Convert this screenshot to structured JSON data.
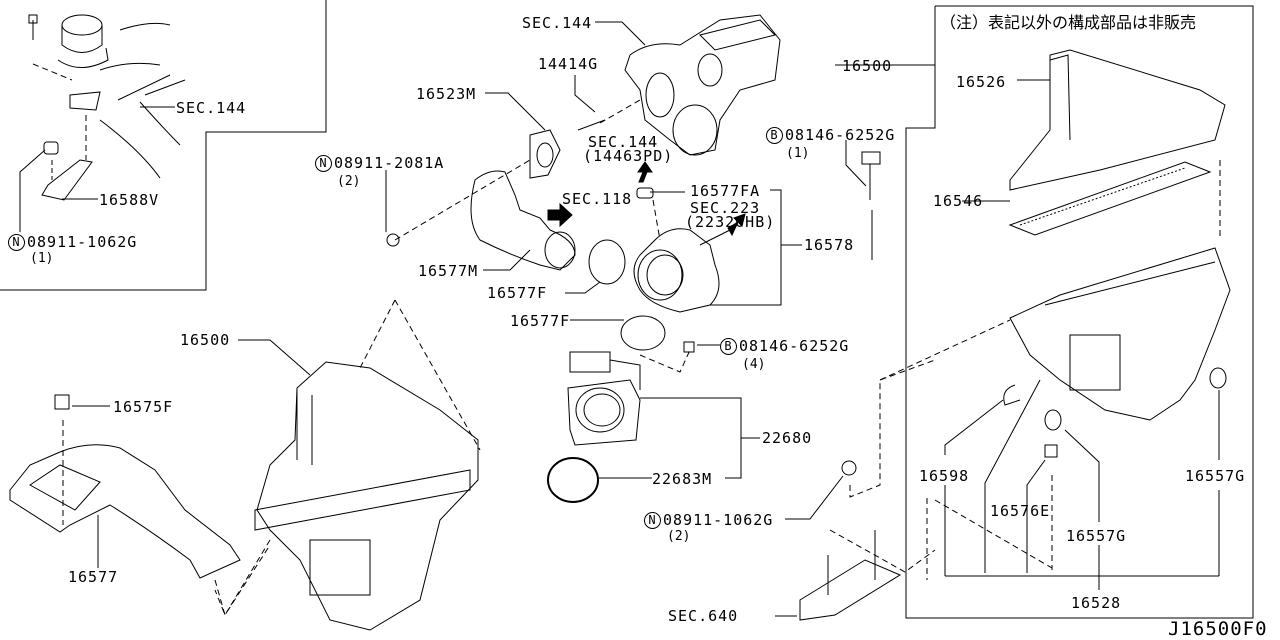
{
  "diagram": {
    "code": "J16500F0",
    "note": "（注）表記以外の構成部品は非販売",
    "labels": {
      "sec144_top": "SEC.144",
      "sec144_inset": "SEC.144",
      "p16588v": "16588V",
      "p08911_1062g_inset": "08911-1062G",
      "q_inset": "(1)",
      "p14414g": "14414G",
      "p16523m": "16523M",
      "p08911_2081a": "08911-2081A",
      "q_2081a": "(2)",
      "sec144_mid": "SEC.144",
      "sec144_mid_sub": "(14463PD)",
      "sec118": "SEC.118",
      "p16577fa": "16577FA",
      "sec223": "SEC.223",
      "sec223_sub": "(22320HB)",
      "p16577m": "16577M",
      "p16577f_1": "16577F",
      "p16578": "16578",
      "p16577f_2": "16577F",
      "p08146_6252g_4": "08146-6252G",
      "q_4": "(4)",
      "p22680": "22680",
      "p22683m": "22683M",
      "p08911_1062g_2": "08911-1062G",
      "q_2": "(2)",
      "sec640": "SEC.640",
      "p16500_left": "16500",
      "p16575f": "16575F",
      "p16577": "16577",
      "p16500_right": "16500",
      "p08146_6252g_1": "08146-6252G",
      "q_1": "(1)",
      "p16526": "16526",
      "p16546": "16546",
      "p16598": "16598",
      "p16576e": "16576E",
      "p16557g_1": "16557G",
      "p16557g_2": "16557G",
      "p16528": "16528"
    },
    "markers": {
      "N": "N",
      "B": "B"
    }
  }
}
